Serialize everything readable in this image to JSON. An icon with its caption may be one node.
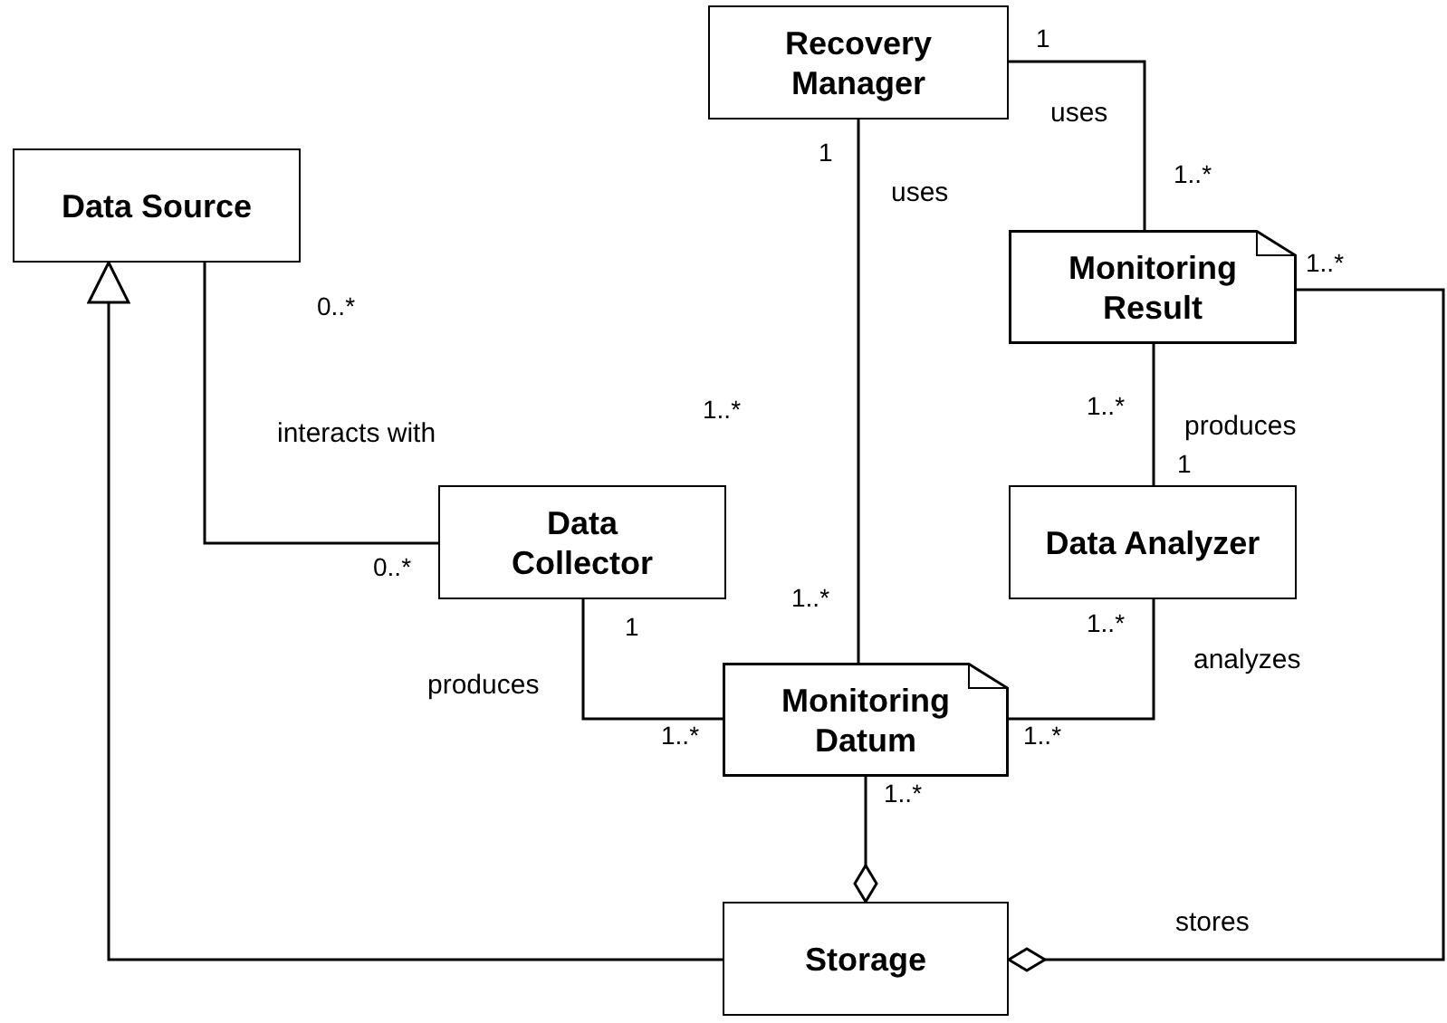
{
  "diagram": {
    "nodes": [
      {
        "text": [
          "Recovery Manager"
        ]
      },
      {
        "text": [
          "Data Source"
        ]
      },
      {
        "text": [
          "Monitoring Result"
        ]
      },
      {
        "text": [
          "Data Collector"
        ]
      },
      {
        "text": [
          "Data Analyzer"
        ]
      },
      {
        "text": [
          "Monitoring Datum"
        ]
      },
      {
        "text": [
          "Storage"
        ]
      }
    ],
    "edges": [
      {
        "from": 0,
        "to": 2,
        "arrow": "none",
        "label": "uses"
      },
      {
        "from": 0,
        "to": 5,
        "arrow": "none",
        "label": "uses"
      },
      {
        "from": 1,
        "to": 3,
        "arrow": "none",
        "label": "interacts with"
      },
      {
        "from": 2,
        "to": 4,
        "arrow": "none",
        "label": "produces"
      },
      {
        "from": 3,
        "to": 5,
        "arrow": "none",
        "label": "produces"
      },
      {
        "from": 4,
        "to": 5,
        "arrow": "none",
        "label": "analyzes"
      },
      {
        "from": 6,
        "to": 5,
        "arrow": "other"
      },
      {
        "from": 6,
        "to": 2,
        "arrow": "other",
        "label": "stores"
      },
      {
        "from": 6,
        "to": 1,
        "arrow": "to"
      }
    ],
    "labels": [
      "1",
      "1",
      "1..*",
      "1..*",
      "0..*",
      "1..*",
      "1..*",
      "1",
      "0..*",
      "1",
      "1..*",
      "1..*",
      "1..*",
      "1..*",
      "1..*"
    ]
  }
}
